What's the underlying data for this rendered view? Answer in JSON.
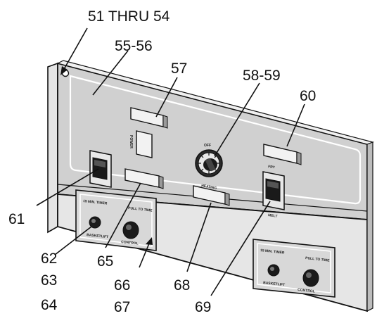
{
  "callouts": {
    "c51_54": "51 THRU 54",
    "c55_56": "55-56",
    "c57": "57",
    "c58_59": "58-59",
    "c60": "60",
    "c61": "61",
    "c62": "62",
    "c63": "63",
    "c64": "64",
    "c65": "65",
    "c66": "66",
    "c67": "67",
    "c68": "68",
    "c69": "69"
  },
  "panel_labels": {
    "timer_left": "15 MIN. TIMER",
    "basketlift_left": "BASKETLIFT",
    "pull_to_time_left": "PULL TO TIME",
    "control_left": "CONTROL",
    "timer_right": "15 MIN. TIMER",
    "basketlift_right": "BASKETLIFT",
    "pull_to_time_right": "PULL TO TIME",
    "control_right": "CONTROL",
    "power": "POWER",
    "heating": "HEATING",
    "off": "OFF",
    "fry": "FRY",
    "melt": "MELT"
  },
  "colors": {
    "line": "#111111",
    "panel": "#d0d0d0",
    "panel_dark": "#a8a8a8",
    "knob": "#1a1a1a",
    "lamp": "#f2f2f2"
  }
}
